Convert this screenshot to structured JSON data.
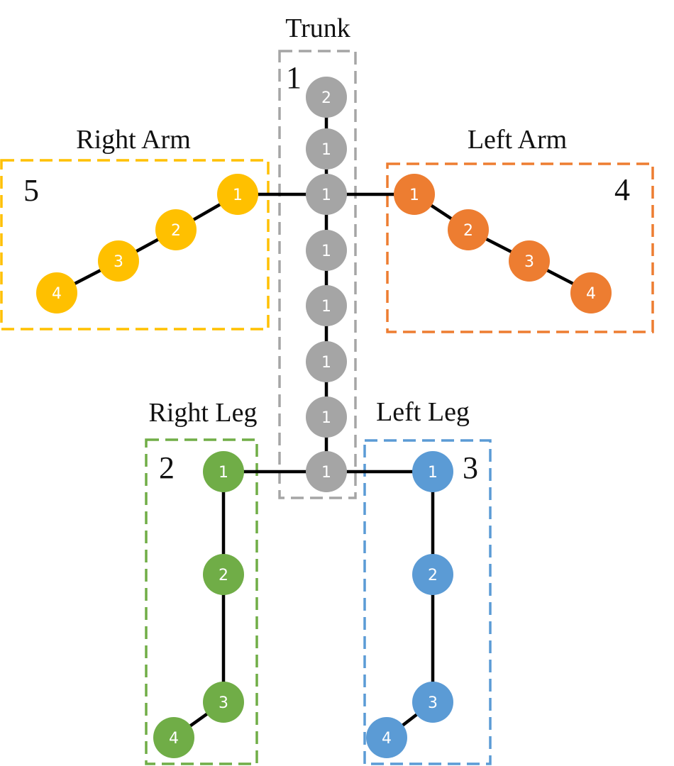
{
  "colors": {
    "trunk": "#a5a5a5",
    "right_arm": "#ffc000",
    "left_arm": "#ed7d31",
    "right_leg": "#70ad47",
    "left_leg": "#5b9bd5",
    "edge": "#000000"
  },
  "parts": {
    "trunk": {
      "title": "Trunk",
      "index": "1",
      "joints": [
        "2",
        "1",
        "1",
        "1",
        "1",
        "1",
        "1",
        "1"
      ]
    },
    "right_arm": {
      "title": "Right Arm",
      "index": "5",
      "joints": [
        "1",
        "2",
        "3",
        "4"
      ]
    },
    "left_arm": {
      "title": "Left Arm",
      "index": "4",
      "joints": [
        "1",
        "2",
        "3",
        "4"
      ]
    },
    "right_leg": {
      "title": "Right Leg",
      "index": "2",
      "joints": [
        "1",
        "2",
        "3",
        "4"
      ]
    },
    "left_leg": {
      "title": "Left Leg",
      "index": "3",
      "joints": [
        "1",
        "2",
        "3",
        "4"
      ]
    }
  }
}
